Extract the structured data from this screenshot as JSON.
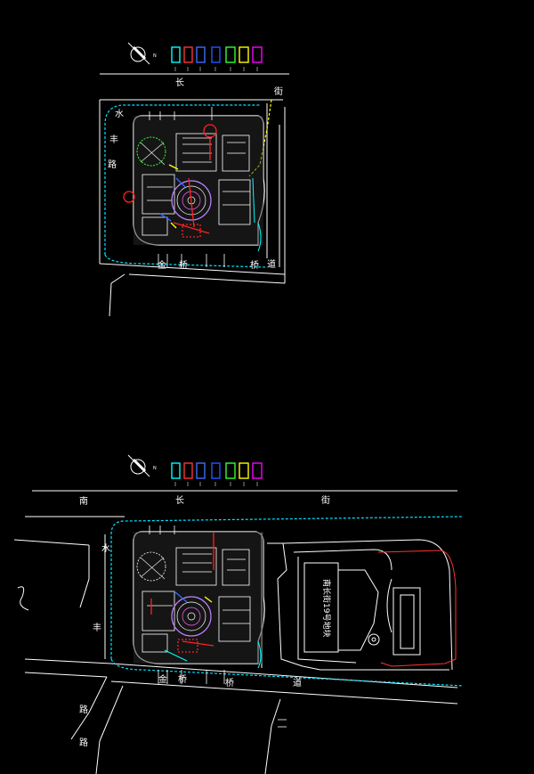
{
  "drawing": {
    "background": "#000000",
    "line_color": "#ffffff",
    "road_dash_color": "#00e5ff",
    "accent_colors": [
      "#00ffff",
      "#ff3333",
      "#3f6bff",
      "#2255ff",
      "#33ff33",
      "#ffff00",
      "#ff00ff"
    ]
  },
  "plan_top": {
    "road_labels": [
      "长",
      "街",
      "丰",
      "水",
      "路",
      "金",
      "桥",
      "桥",
      "道"
    ]
  },
  "plan_bottom": {
    "road_labels": [
      "南",
      "长",
      "街",
      "丰",
      "水",
      "路",
      "金",
      "桥",
      "桥",
      "道",
      "路"
    ],
    "building_label": "南长街19号地块"
  }
}
